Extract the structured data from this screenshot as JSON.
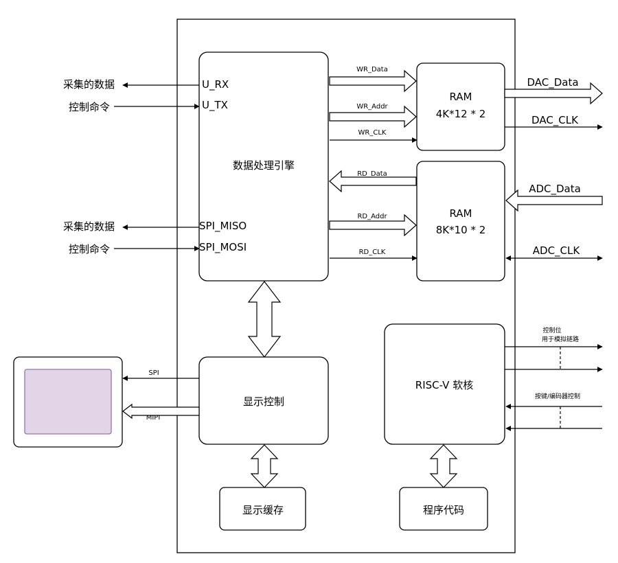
{
  "left_io": {
    "collect_data_1": "采集的数据",
    "control_cmd_1": "控制命令",
    "collect_data_2": "采集的数据",
    "control_cmd_2": "控制命令"
  },
  "engine": {
    "title": "数据处理引擎",
    "u_rx": "U_RX",
    "u_tx": "U_TX",
    "spi_miso": "SPI_MISO",
    "spi_mosi": "SPI_MOSI"
  },
  "ram_dac": {
    "title": "RAM",
    "size": "4K*12 * 2"
  },
  "ram_adc": {
    "title": "RAM",
    "size": "8K*10 * 2"
  },
  "buses": {
    "wr_data": "WR_Data",
    "wr_addr": "WR_Addr",
    "wr_clk": "WR_CLK",
    "rd_data": "RD_Data",
    "rd_addr": "RD_Addr",
    "rd_clk": "RD_CLK"
  },
  "right_io": {
    "dac_data": "DAC_Data",
    "dac_clk": "DAC_CLK",
    "adc_data": "ADC_Data",
    "adc_clk": "ADC_CLK"
  },
  "display": {
    "control": "显示控制",
    "buffer": "显示缓存",
    "spi": "SPI",
    "mipi": "MIPI"
  },
  "riscv": {
    "title": "RISC-V 软核",
    "program_code": "程序代码",
    "control_bits_line1": "控制位",
    "control_bits_line2": "用于模拟链路",
    "keys_encoder": "按键/编码器控制"
  },
  "colors": {
    "screen_fill": "#e1d5e7",
    "screen_border": "#9673a6"
  }
}
